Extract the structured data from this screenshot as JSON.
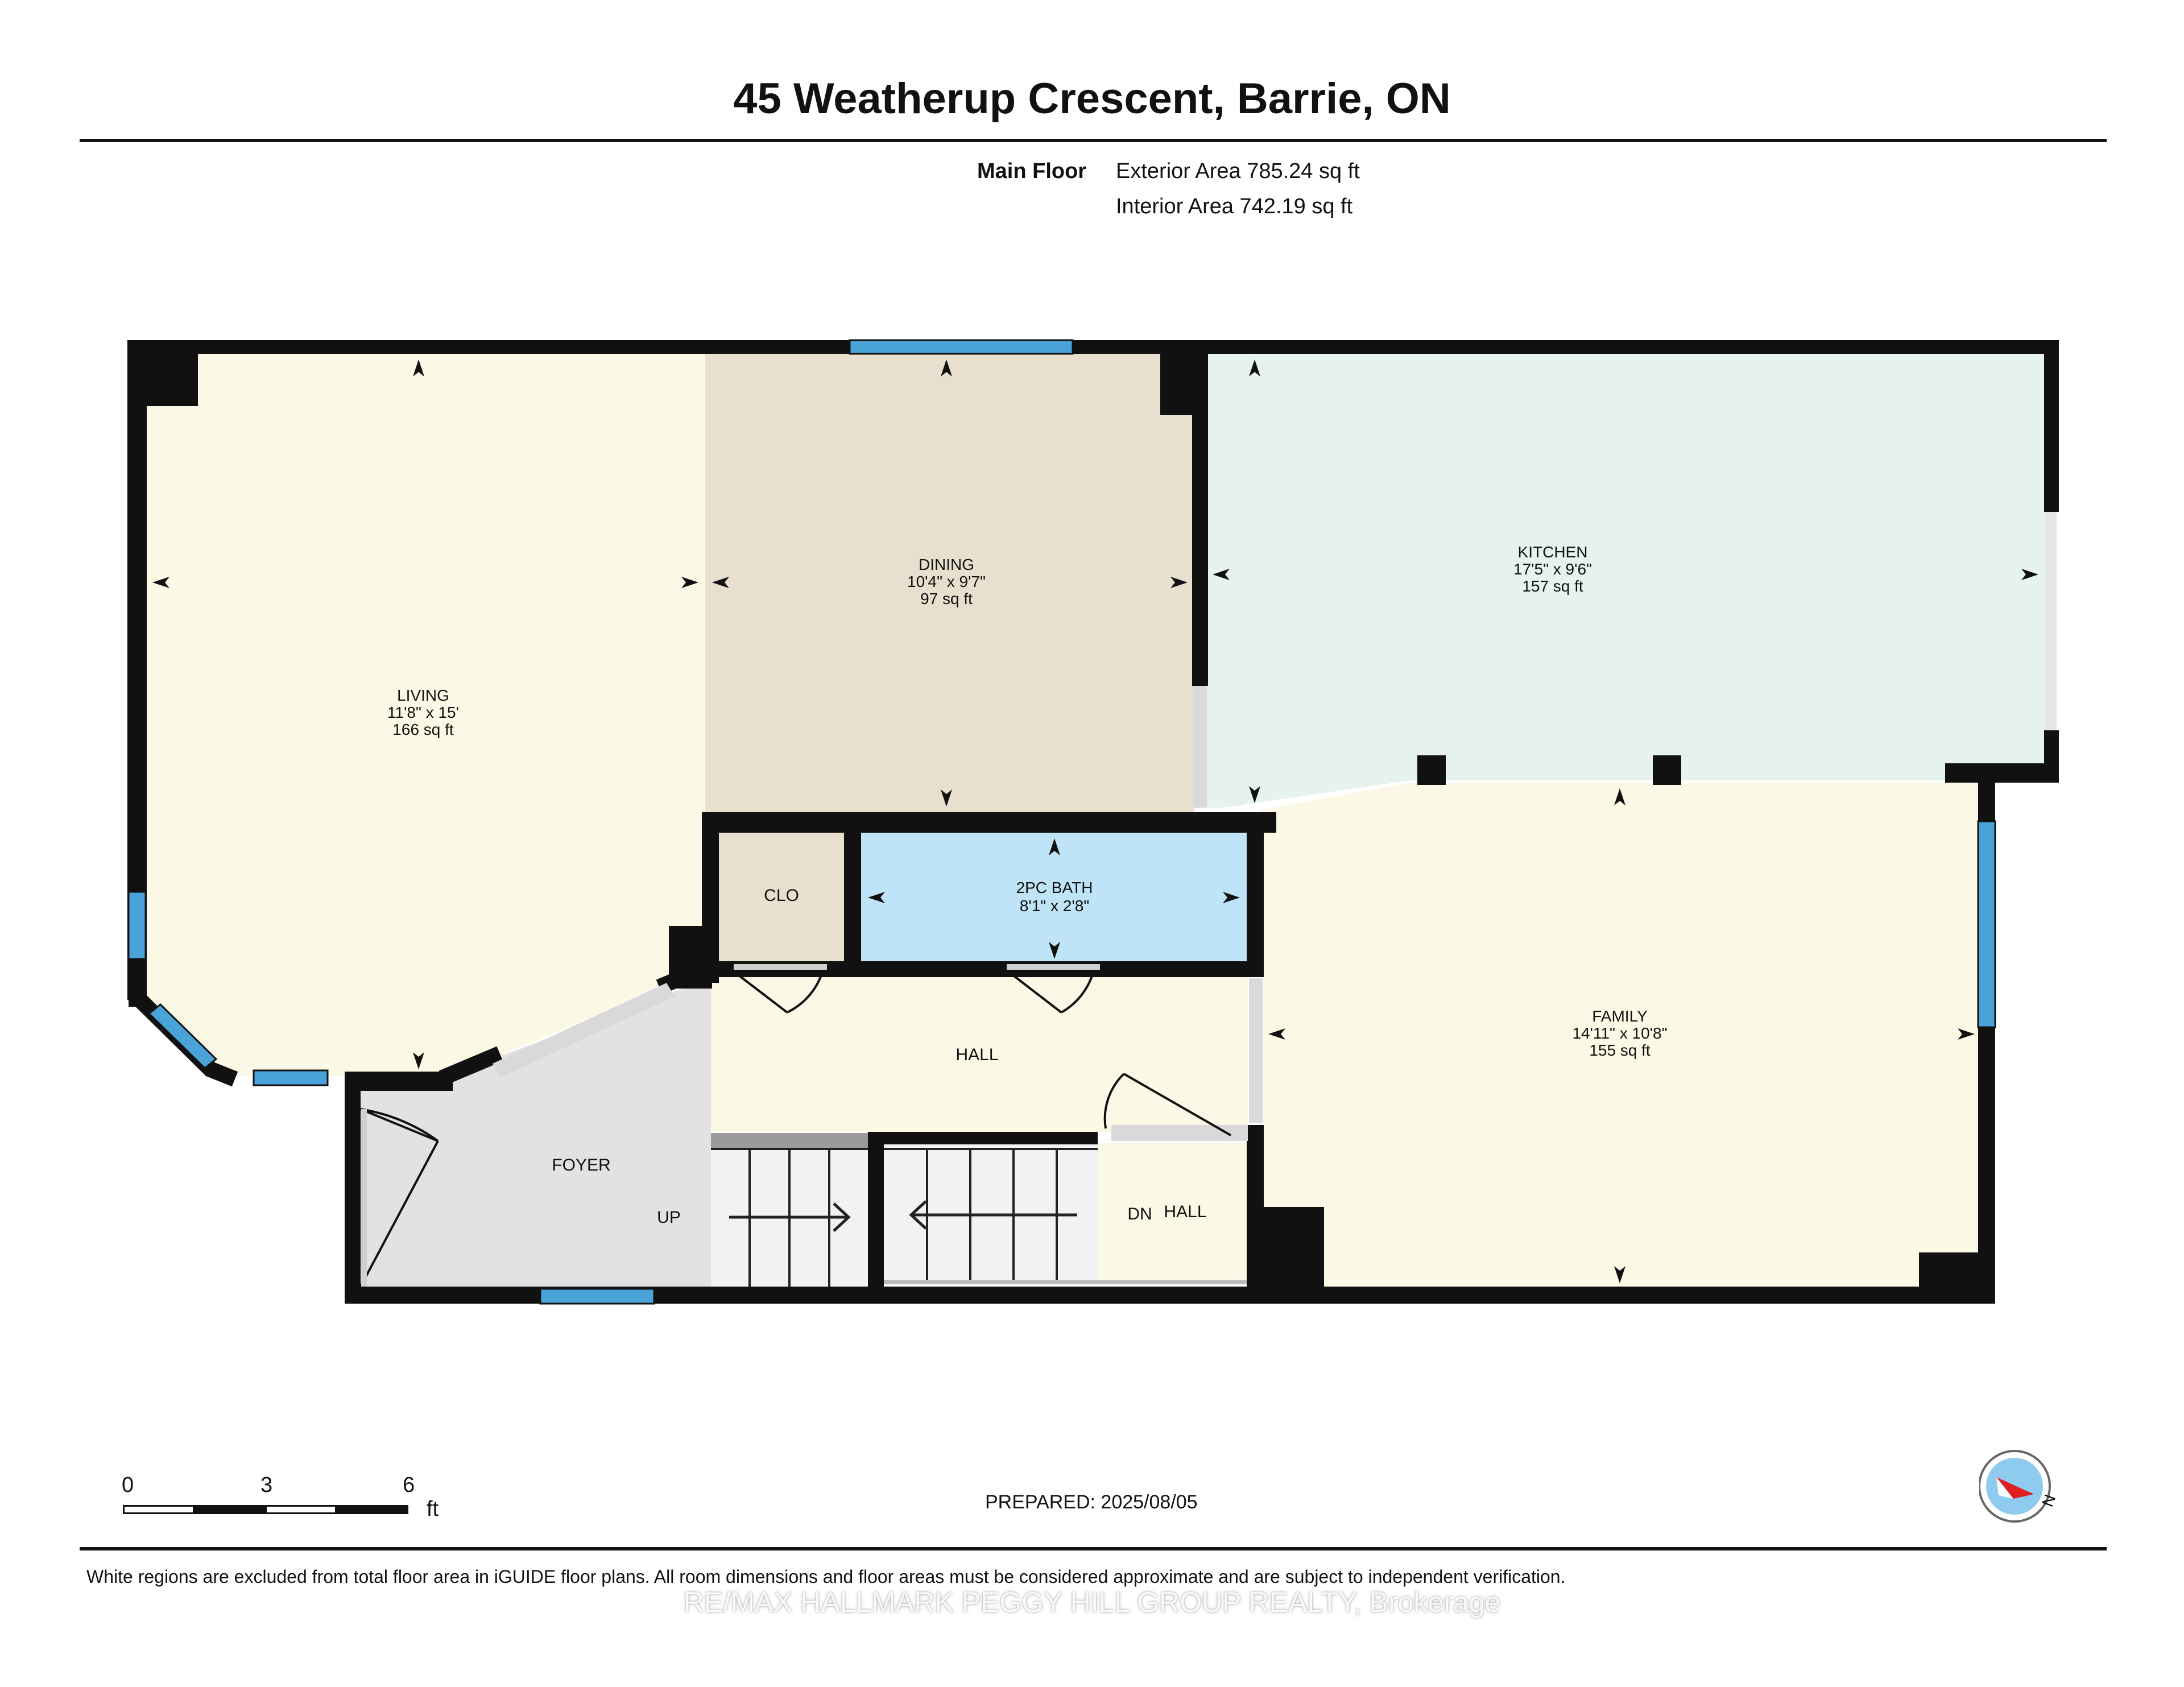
{
  "header": {
    "title": "45 Weatherup Crescent, Barrie, ON",
    "floor_label": "Main Floor",
    "exterior_area": "Exterior Area 785.24 sq ft",
    "interior_area": "Interior Area 742.19 sq ft"
  },
  "rooms": {
    "living": {
      "name": "LIVING",
      "dims": "11'8\" x 15'",
      "area": "166 sq ft"
    },
    "dining": {
      "name": "DINING",
      "dims": "10'4\" x 9'7\"",
      "area": "97 sq ft"
    },
    "kitchen": {
      "name": "KITCHEN",
      "dims": "17'5\" x 9'6\"",
      "area": "157 sq ft"
    },
    "family": {
      "name": "FAMILY",
      "dims": "14'11\" x 10'8\"",
      "area": "155 sq ft"
    },
    "bath": {
      "name": "2PC BATH",
      "dims": "8'1\" x 2'8\""
    },
    "closet": {
      "name": "CLO"
    },
    "hall_upper": {
      "name": "HALL"
    },
    "hall_lower": {
      "name": "HALL"
    },
    "foyer": {
      "name": "FOYER"
    },
    "stairs_up": {
      "label": "UP"
    },
    "stairs_down": {
      "label": "DN"
    }
  },
  "colors": {
    "living": "#fcf8e6",
    "dining": "#e8dfce",
    "kitchen": "#e5f3ec",
    "family": "#fcf8e6",
    "bath": "#bfe3f7",
    "closet": "#e8dfce",
    "hall": "#fcf8e6",
    "foyer": "#e2e2e2",
    "wall": "#111111",
    "window": "#4aa3d8"
  },
  "scale": {
    "ticks": [
      "0",
      "3",
      "6"
    ],
    "unit": "ft"
  },
  "prepared": "PREPARED: 2025/08/05",
  "disclaimer": "White regions are excluded from total floor area in iGUIDE floor plans. All room dimensions and floor areas must be considered approximate and are subject to independent verification.",
  "watermark": "RE/MAX HALLMARK PEGGY HILL GROUP REALTY, Brokerage",
  "compass": {
    "label": "N"
  }
}
